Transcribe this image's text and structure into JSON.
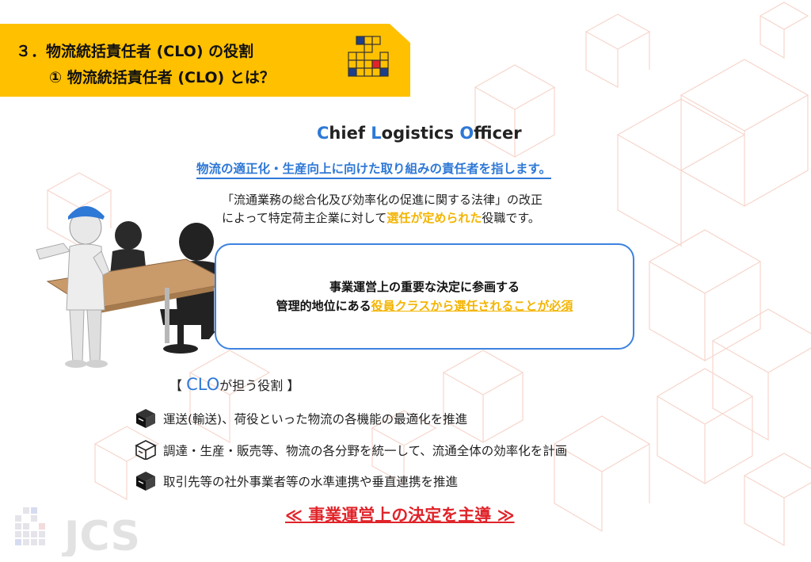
{
  "header": {
    "line1": "３．物流統括責任者 (CLO) の役割",
    "line2": "① 物流統括責任者 (CLO) とは？",
    "bg_color": "#ffc000"
  },
  "title": {
    "c": "C",
    "hief": "hief ",
    "l": "L",
    "ogistics": "ogistics ",
    "o": "O",
    "fficer": "fficer"
  },
  "definition": "物流の適正化・生産向上に向けた取り組みの責任者を指します。",
  "description": {
    "line1": "「流通業務の総合化及び効率化の促進に関する法律」の改正",
    "line2_pre": "によって特定荷主企業に対して",
    "line2_highlight": "選任が定められた",
    "line2_post": "役職です。"
  },
  "box": {
    "line1": "事業運営上の重要な決定に参画する",
    "line2_pre": "管理的地位にある",
    "line2_highlight": "役員クラスから選任されることが必須"
  },
  "roles": {
    "head_open": "【 ",
    "head_clo": "CLO",
    "head_rest": "が担う役割 】",
    "items": [
      {
        "text": "運送(輸送)、荷役といった物流の各機能の最適化を推進",
        "icon": "box-icon-filled"
      },
      {
        "text": "調達・生産・販売等、物流の各分野を統一して、流通全体の効率化を計画",
        "icon": "box-icon-outline"
      },
      {
        "text": "取引先等の社外事業者等の水準連携や垂直連携を推進",
        "icon": "box-icon-filled"
      }
    ]
  },
  "conclusion": "≪ 事業運営上の決定を主導 ≫",
  "logo_text": "JCS",
  "colors": {
    "accent_blue": "#2e78d6",
    "highlight_yellow": "#f3b400",
    "red": "#e0242a"
  }
}
